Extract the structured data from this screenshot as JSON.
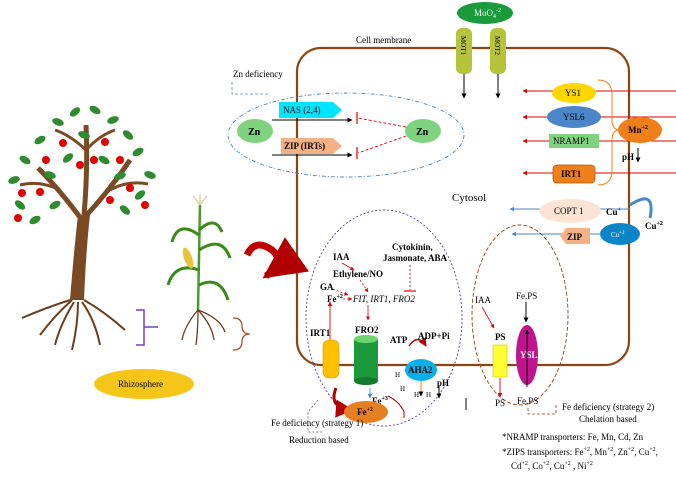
{
  "labels": {
    "moo4": "MoO",
    "moo4_sup": "4",
    "moo4_charge": "-2",
    "mot1": "MOT1",
    "mot2": "MOT2",
    "cell_membrane": "Cell membrane",
    "zn_deficiency": "Zn deficiency",
    "nas": "NAS (2,4)",
    "zip_irts": "ZIP (IRTs)",
    "zn_left": "Zn",
    "zn_right": "Zn",
    "ys1": "YS1",
    "ysl6": "YSL6",
    "nramp1": "NRAMP1",
    "irt1_right": "IRT1",
    "mn": "Mn",
    "mn_charge": "+2",
    "ph_right": "pH",
    "cytosol": "Cytosol",
    "copt1": "COPT 1",
    "cu_plus": "Cu",
    "cu_plus_charge": "+",
    "cu2": "Cu",
    "cu2_charge": "+2",
    "cu2_inner": "Cu",
    "cu2_inner_charge": "+2",
    "zip": "ZIP",
    "cytokinin_line1": "Cytokinin,",
    "cytokinin_line2": "Jasmonate, ABA",
    "iaa_left": "IAA",
    "ethylene": "Ethylene/NO",
    "ga": "GA",
    "fe2_top": "Fe",
    "fe2_top_charge": "+2",
    "fit_genes": "FIT, IRT1, FRO2",
    "iaa_right": "IAA",
    "fe_ps": "Fe.PS",
    "irt1_left": "IRT1",
    "fro2": "FRO2",
    "atp": "ATP",
    "adp": "ADP+Pi",
    "aha2": "AHA2",
    "ph_left": "pH",
    "ps_top": "PS",
    "ysl": "YSL",
    "h1": "H",
    "h2": "H",
    "h3": "H",
    "h4": "H",
    "fe3": "Fe",
    "fe3_charge": "+3",
    "fe2_bottom": "Fe",
    "fe2_bottom_charge": "+2",
    "ps_bottom": "PS",
    "fe_ps_bottom": "Fe.PS",
    "rhizosphere": "Rhizosphere",
    "strategy1": "Fe deficiency (strategy 1)",
    "reduction": "Reduction based",
    "strategy2": "Fe deficiency (strategy 2)",
    "chelation": "Chelation based",
    "nramp_note": "*NRAMP transporters: Fe, Mn, Cd, Zn",
    "zips_note_line1": "*ZIPS transporters: Fe",
    "zips_note_line2": "Cd"
  },
  "colors": {
    "membrane": "#8B4513",
    "green_pill": "#1a9a3a",
    "green_light": "#7fd37f",
    "cyan": "#00e5ff",
    "peach": "#f4b183",
    "blue_ellipse": "#5b9bd5",
    "yellow": "#ffd700",
    "orange": "#f07f1a",
    "red_arrow": "#e00000",
    "magenta": "#c0148c",
    "rhizosphere": "#f5c518"
  }
}
